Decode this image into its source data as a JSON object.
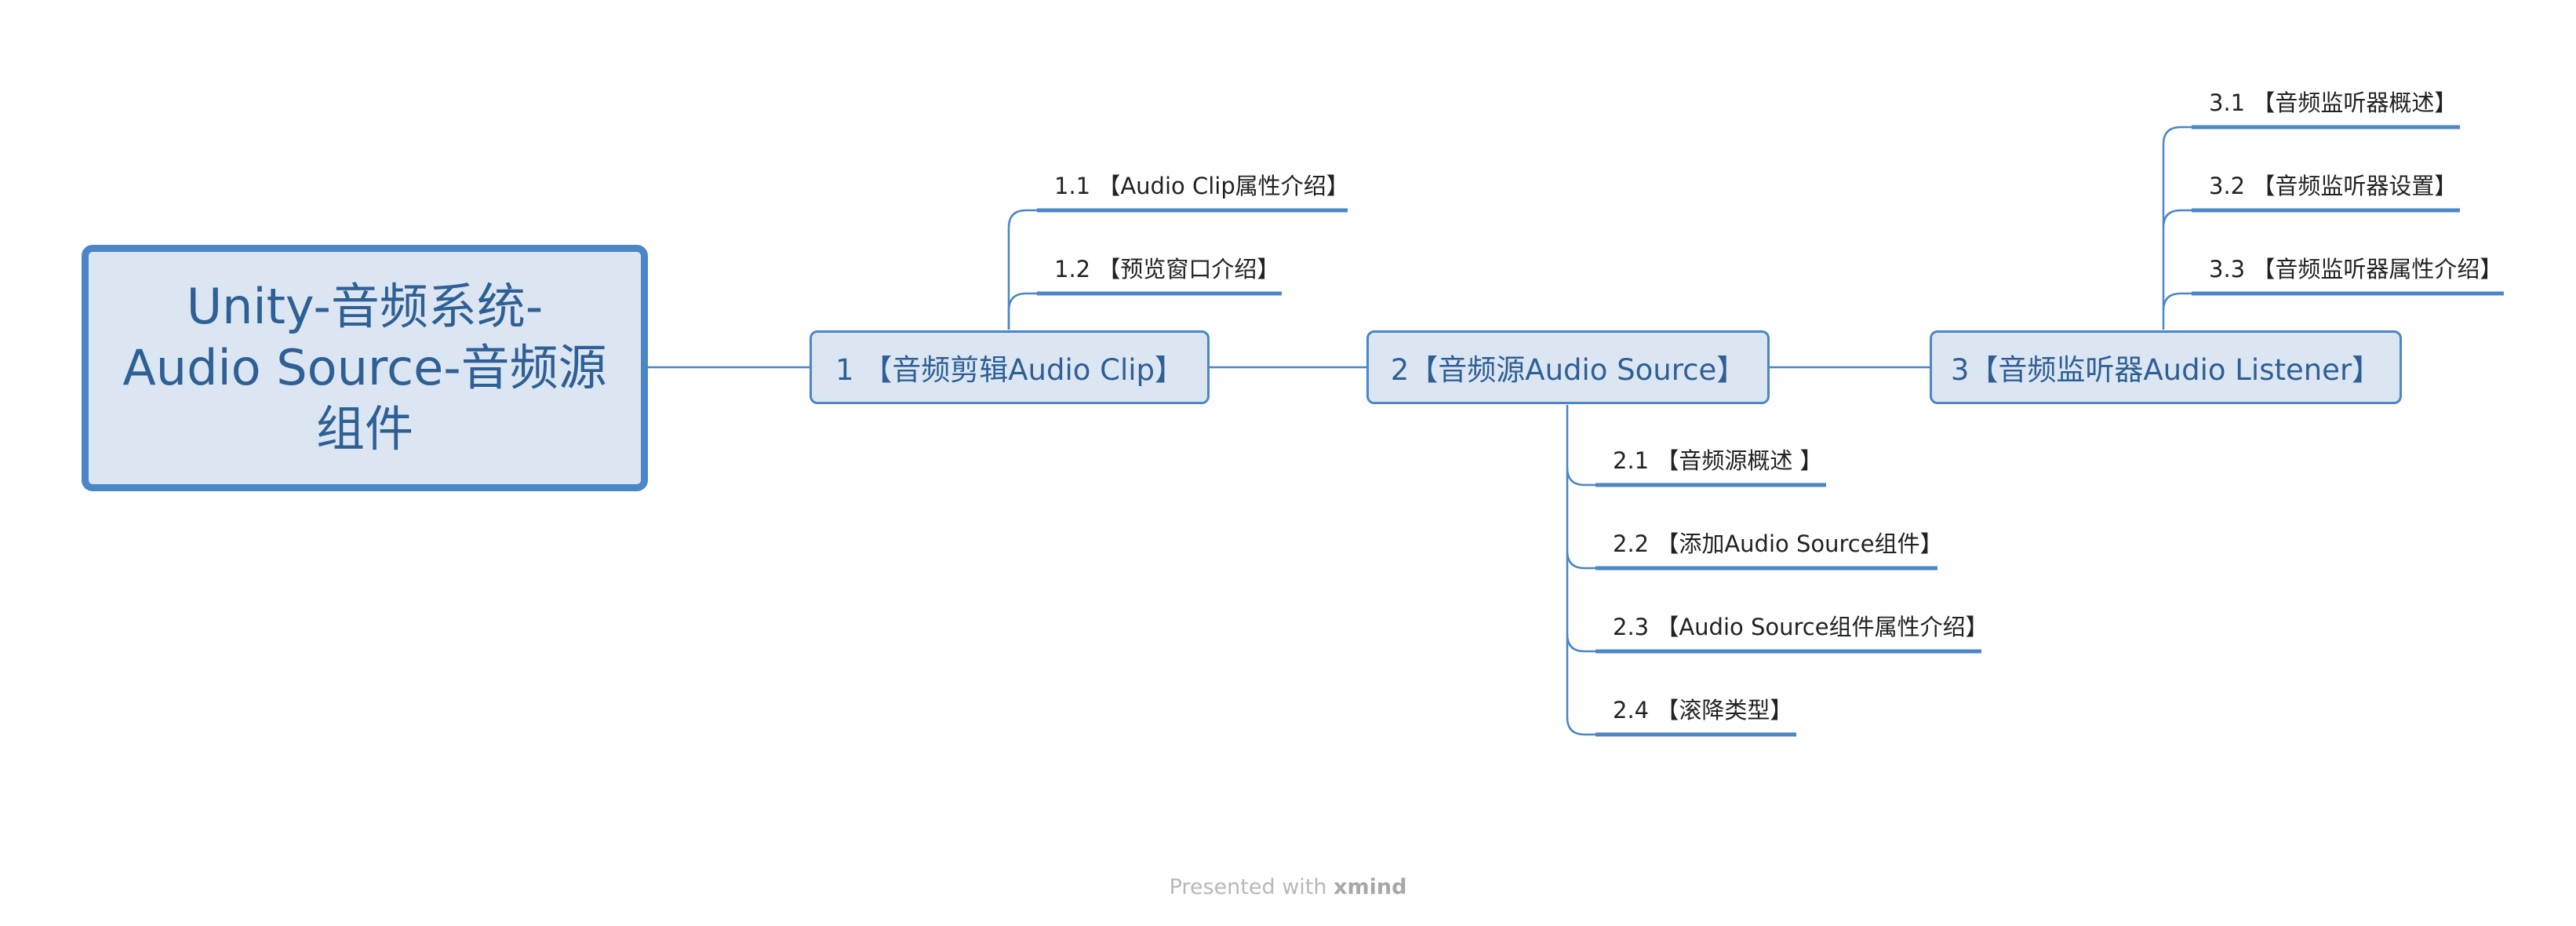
{
  "root": {
    "title": "Unity-音频系统-\nAudio Source-音频源\n组件"
  },
  "branches": [
    {
      "title": "1 【音频剪辑Audio Clip】",
      "children": [
        "1.1 【Audio Clip属性介绍】",
        "1.2 【预览窗口介绍】"
      ]
    },
    {
      "title": "2【音频源Audio Source】",
      "children": [
        "2.1 【音频源概述 】",
        "2.2 【添加Audio Source组件】",
        "2.3 【Audio Source组件属性介绍】",
        "2.4 【滚降类型】"
      ]
    },
    {
      "title": "3【音频监听器Audio Listener】",
      "children": [
        "3.1 【音频监听器概述】",
        "3.2 【音频监听器设置】",
        "3.3 【音频监听器属性介绍】"
      ]
    }
  ],
  "footer": {
    "prefix": "Presented with ",
    "brand": "xmind"
  },
  "colors": {
    "line": "#4a86c8",
    "topic_fill": "#dce6f2",
    "topic_text": "#2e5f95",
    "underline": "#4a86c8"
  }
}
